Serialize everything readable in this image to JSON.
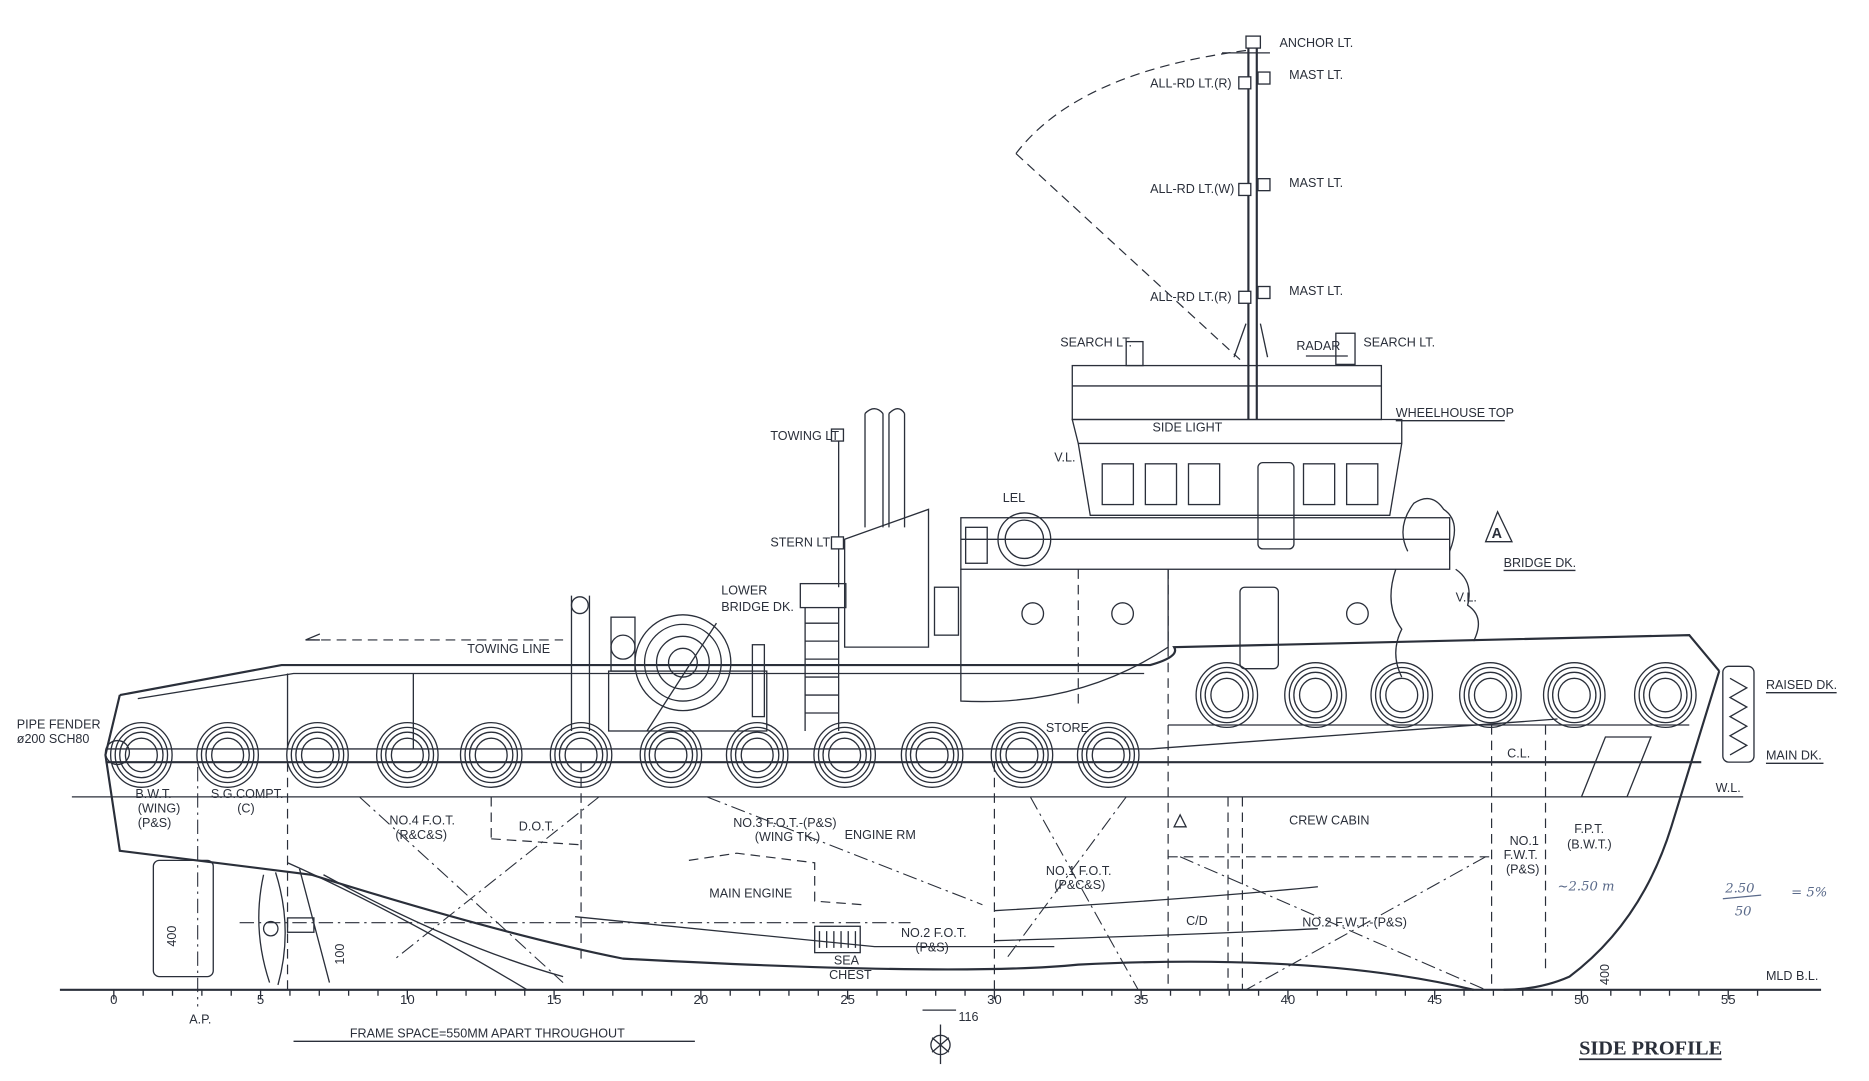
{
  "drawing": {
    "title": "SIDE PROFILE",
    "frame_space_note": "FRAME SPACE=550MM APART THROUGHOUT",
    "frame_ticks": [
      "0",
      "5",
      "10",
      "15",
      "20",
      "25",
      "30",
      "35",
      "40",
      "45",
      "50",
      "55"
    ],
    "dims": {
      "rudder": "400",
      "shaft": "100",
      "bow": "400",
      "offset": "116"
    },
    "aft_perpendicular": "A.P.",
    "handwritten": {
      "fraction_top": "2.50",
      "fraction_bottom": "50",
      "result": "= 5%",
      "bow_dim": "~2.50 m"
    }
  },
  "mast_labels": {
    "anchor": "ANCHOR LT.",
    "mast1": "MAST LT.",
    "mast2": "MAST LT.",
    "mast3": "MAST LT.",
    "allrd_r1": "ALL-RD LT.(R)",
    "allrd_w": "ALL-RD LT.(W)",
    "allrd_r2": "ALL-RD LT.(R)"
  },
  "superstructure_labels": {
    "search_aft": "SEARCH LT.",
    "search_fwd": "SEARCH LT.",
    "radar": "RADAR",
    "side_light": "SIDE LIGHT",
    "wheelhouse_top": "WHEELHOUSE TOP",
    "vl1": "V.L.",
    "vl2": "V.L.",
    "bridge_dk": "BRIDGE DK.",
    "section_mark": "A",
    "lel": "LEL",
    "towing_lt": "TOWING LT",
    "stern_lt": "STERN LT",
    "lower_bridge_1": "LOWER",
    "lower_bridge_2": "BRIDGE DK.",
    "towing_line": "TOWING LINE",
    "raised_dk": "RAISED DK.",
    "main_dk": "MAIN DK.",
    "wl": "W.L.",
    "mld_bl": "MLD B.L.",
    "pipe_fender_1": "PIPE FENDER",
    "pipe_fender_2": "ø200 SCH80",
    "store": "STORE",
    "cl": "C.L."
  },
  "compartments": {
    "bwt": [
      "B.W.T.",
      "(WING)",
      "(P&S)"
    ],
    "sg": [
      "S.G.COMPT.",
      "(C)"
    ],
    "no4": [
      "NO.4 F.O.T.",
      "(R&C&S)"
    ],
    "dot": "D.O.T.",
    "no3": [
      "NO.3 F.O.T.-(P&S)",
      "(WING TK.)"
    ],
    "engine_rm": "ENGINE RM",
    "main_engine": "MAIN ENGINE",
    "sea_chest": [
      "SEA",
      "CHEST"
    ],
    "no2fot": [
      "NO.2 F.O.T.",
      "(P&S)"
    ],
    "no1fot": [
      "NO.1 F.O.T.",
      "(P&C&S)"
    ],
    "cd": "C/D",
    "crew": "CREW CABIN",
    "no2fwt": "NO.2 F.W.T.-(P&S)",
    "no1fwt": [
      "NO.1",
      "F.W.T.",
      "(P&S)"
    ],
    "fpt": [
      "F.P.T.",
      "(B.W.T.)"
    ]
  },
  "colors": {
    "ink": "#2a2f3a",
    "paper": "#ffffff",
    "pencil": "#5a6a8a"
  }
}
